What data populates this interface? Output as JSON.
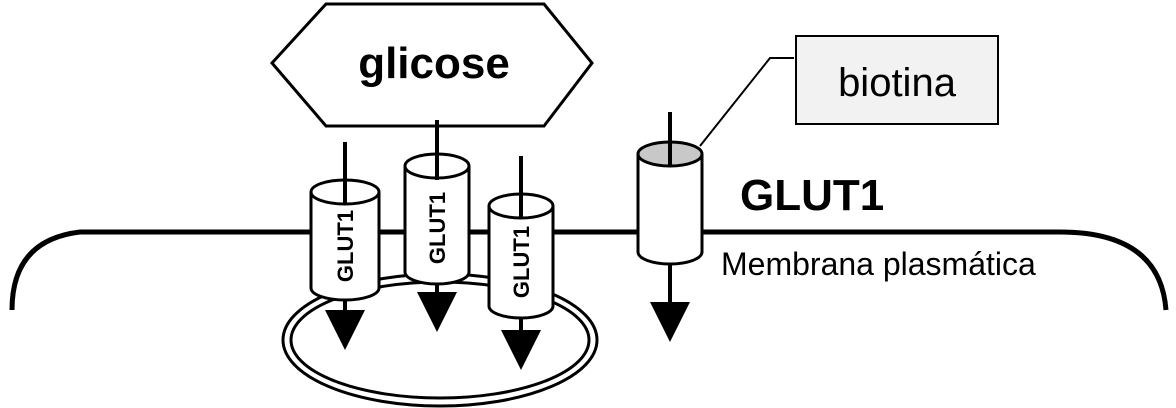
{
  "labels": {
    "glucose": "glicose",
    "biotin": "biotina",
    "transporter_main": "GLUT1",
    "membrane": "Membrana plasmática",
    "transporter_vertical": [
      "GLUT1",
      "GLUT1",
      "GLUT1"
    ]
  },
  "colors": {
    "stroke": "#000000",
    "background": "#ffffff",
    "biotin_tag_fill": "#c8c8c8"
  }
}
